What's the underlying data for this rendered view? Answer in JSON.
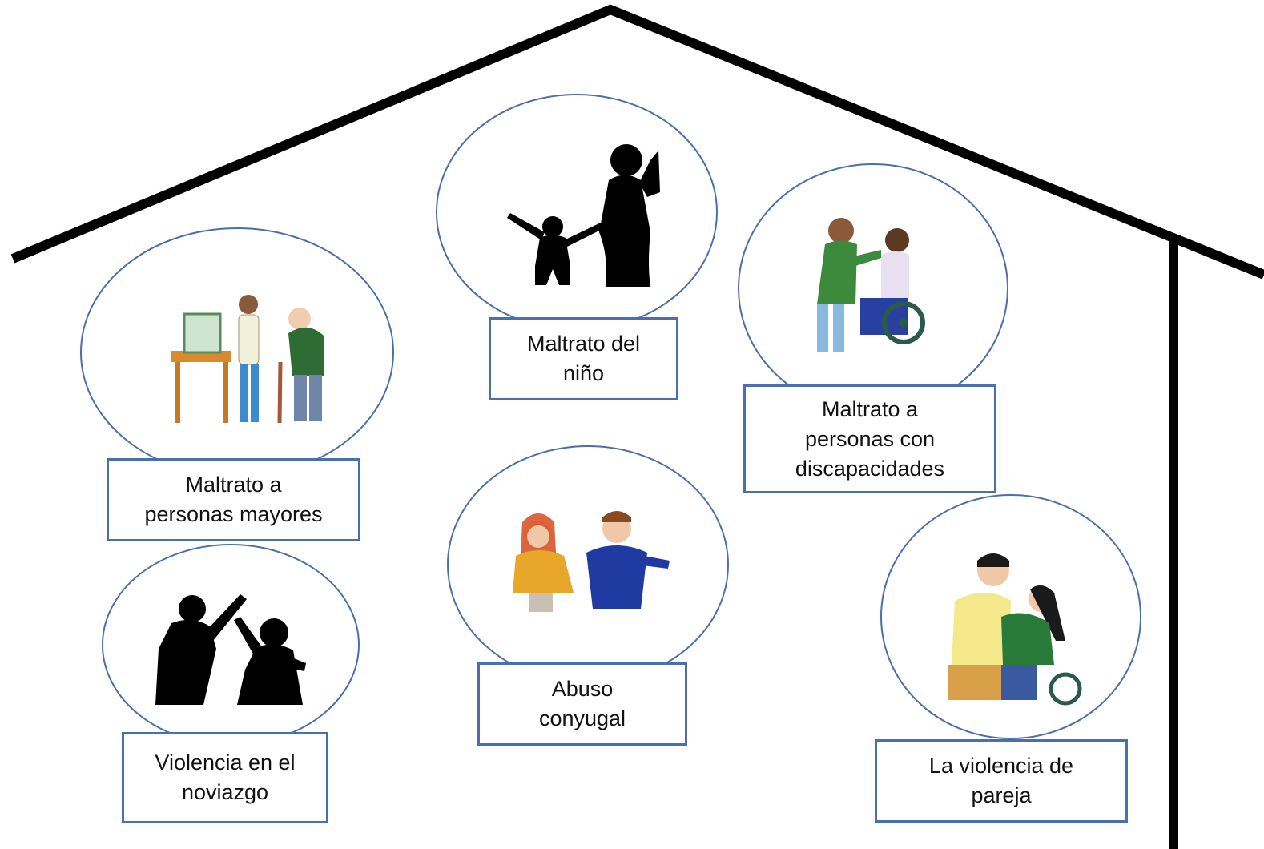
{
  "diagram": {
    "colors": {
      "house_line": "#000000",
      "box_border": "#4a6fae",
      "bubble_border": "#4a6fae"
    },
    "items": [
      {
        "id": "mayores",
        "label": "Maltrato a\npersonas mayores",
        "icon": "elder-abuse-illustration"
      },
      {
        "id": "nino",
        "label": "Maltrato del\nniño",
        "icon": "child-abuse-silhouette"
      },
      {
        "id": "discapacidades",
        "label": "Maltrato a\npersonas con\ndiscapacidades",
        "icon": "disability-abuse-illustration"
      },
      {
        "id": "conyugal",
        "label": "Abuso\nconyugal",
        "icon": "spousal-abuse-illustration"
      },
      {
        "id": "noviazgo",
        "label": "Violencia en el\nnoviazgo",
        "icon": "dating-violence-silhouette"
      },
      {
        "id": "pareja",
        "label": "La violencia de\npareja",
        "icon": "partner-violence-illustration"
      }
    ]
  }
}
